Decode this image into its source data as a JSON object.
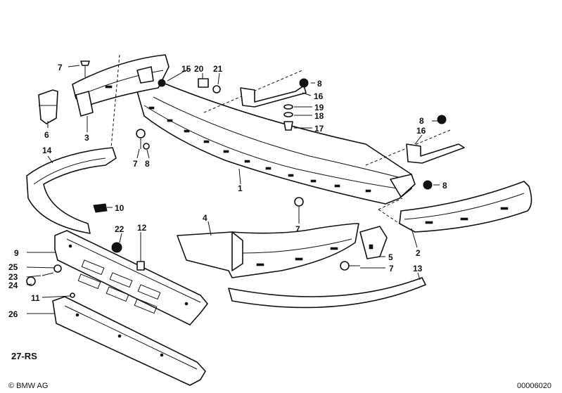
{
  "callouts": [
    "1",
    "2",
    "3",
    "4",
    "5",
    "6",
    "7",
    "7",
    "7",
    "7",
    "7",
    "8",
    "8",
    "8",
    "8",
    "8",
    "9",
    "10",
    "11",
    "12",
    "13",
    "14",
    "15",
    "16",
    "16",
    "17",
    "18",
    "19",
    "20",
    "21",
    "22",
    "23",
    "24",
    "25",
    "26"
  ],
  "caption": "27-RS",
  "footer": {
    "copyright": "© BMW AG",
    "diagram_id": "00006020"
  }
}
